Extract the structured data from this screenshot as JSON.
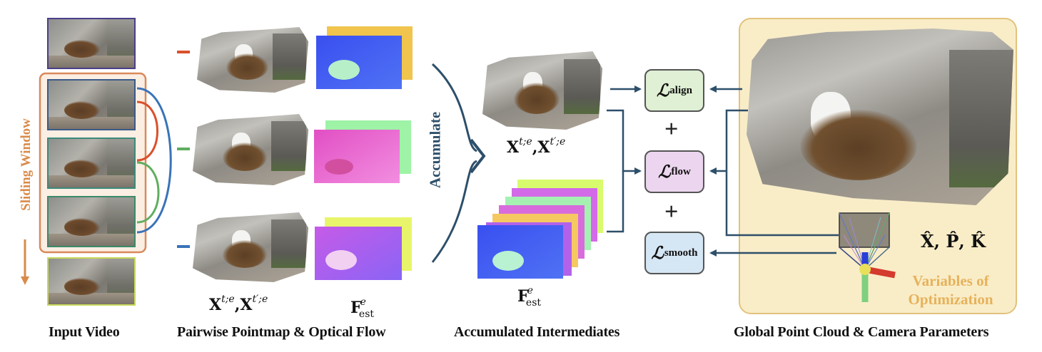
{
  "sections": {
    "input_video": "Input Video",
    "pairwise": "Pairwise Pointmap & Optical Flow",
    "accumulated": "Accumulated Intermediates",
    "global": "Global Point Cloud & Camera Parameters"
  },
  "labels": {
    "sliding_window": "Sliding Window",
    "accumulate": "Accumulate",
    "variables_line1": "Variables of",
    "variables_line2": "Optimization",
    "variables_math": "X̂, P̂, K̂"
  },
  "math": {
    "X_base": "X",
    "X_sup": "t;e",
    "comma": ",",
    "X2_sup": "t′;e",
    "F_base": "F",
    "F_sup": "e",
    "F_sub": "est"
  },
  "losses": {
    "symbol": "ℒ",
    "align": "align",
    "flow": "flow",
    "smooth": "smooth"
  },
  "colors": {
    "pair_red": "#d9502c",
    "pair_green": "#5fae5f",
    "pair_blue": "#3a73b8",
    "window_border": "#d9895a",
    "window_fill": "#fbeee3",
    "arrow": "#2d4f6a",
    "align_box": "#dff0d4",
    "flow_box": "#ecd6ef",
    "smooth_box": "#d5e6f4",
    "panel_fill": "#f9edc8",
    "panel_border": "#e2c27d",
    "variables_text": "#e6b25c"
  }
}
